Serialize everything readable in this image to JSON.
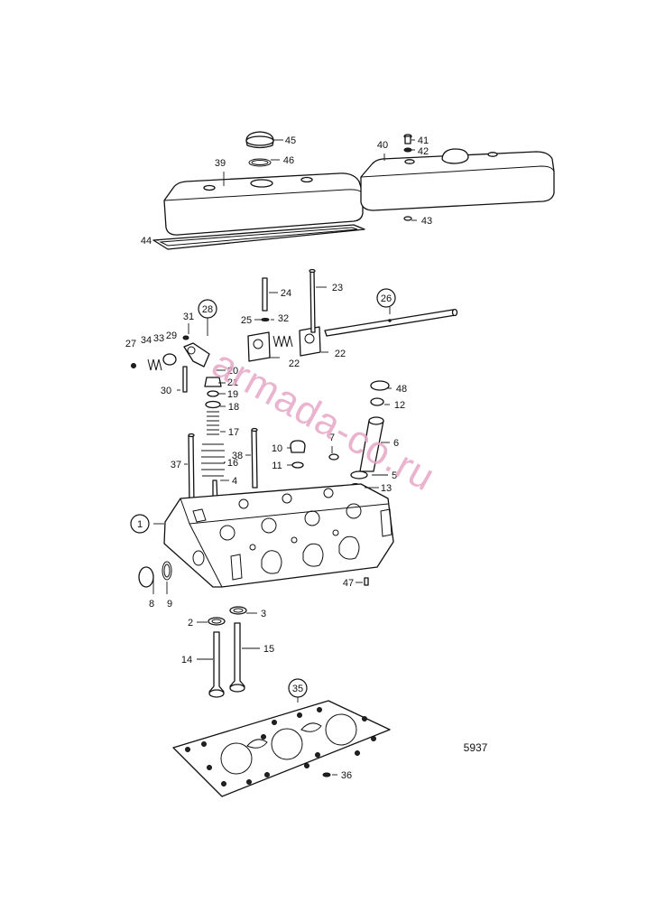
{
  "diagram": {
    "figure_number": "5937",
    "watermark": "armada-co.ru",
    "callouts": [
      {
        "id": "c1",
        "text": "1",
        "circled": true
      },
      {
        "id": "c2",
        "text": "2",
        "circled": false
      },
      {
        "id": "c3",
        "text": "3",
        "circled": false
      },
      {
        "id": "c4",
        "text": "4",
        "circled": false
      },
      {
        "id": "c5",
        "text": "5",
        "circled": false
      },
      {
        "id": "c6",
        "text": "6",
        "circled": false
      },
      {
        "id": "c7",
        "text": "7",
        "circled": false
      },
      {
        "id": "c8",
        "text": "8",
        "circled": false
      },
      {
        "id": "c9",
        "text": "9",
        "circled": false
      },
      {
        "id": "c10",
        "text": "10",
        "circled": false
      },
      {
        "id": "c11",
        "text": "11",
        "circled": false
      },
      {
        "id": "c12",
        "text": "12",
        "circled": false
      },
      {
        "id": "c13",
        "text": "13",
        "circled": false
      },
      {
        "id": "c14",
        "text": "14",
        "circled": false
      },
      {
        "id": "c15",
        "text": "15",
        "circled": false
      },
      {
        "id": "c16",
        "text": "16",
        "circled": false
      },
      {
        "id": "c17",
        "text": "17",
        "circled": false
      },
      {
        "id": "c18",
        "text": "18",
        "circled": false
      },
      {
        "id": "c19",
        "text": "19",
        "circled": false
      },
      {
        "id": "c20",
        "text": "20",
        "circled": false
      },
      {
        "id": "c21",
        "text": "21",
        "circled": false
      },
      {
        "id": "c22a",
        "text": "22",
        "circled": false
      },
      {
        "id": "c22b",
        "text": "22",
        "circled": false
      },
      {
        "id": "c23",
        "text": "23",
        "circled": false
      },
      {
        "id": "c24",
        "text": "24",
        "circled": false
      },
      {
        "id": "c25",
        "text": "25",
        "circled": false
      },
      {
        "id": "c26",
        "text": "26",
        "circled": true
      },
      {
        "id": "c27",
        "text": "27",
        "circled": false
      },
      {
        "id": "c28",
        "text": "28",
        "circled": true
      },
      {
        "id": "c29",
        "text": "29",
        "circled": false
      },
      {
        "id": "c30",
        "text": "30",
        "circled": false
      },
      {
        "id": "c31",
        "text": "31",
        "circled": false
      },
      {
        "id": "c32",
        "text": "32",
        "circled": false
      },
      {
        "id": "c33",
        "text": "33",
        "circled": false
      },
      {
        "id": "c34",
        "text": "34",
        "circled": false
      },
      {
        "id": "c35",
        "text": "35",
        "circled": true
      },
      {
        "id": "c36",
        "text": "36",
        "circled": false
      },
      {
        "id": "c37",
        "text": "37",
        "circled": false
      },
      {
        "id": "c38",
        "text": "38",
        "circled": false
      },
      {
        "id": "c39",
        "text": "39",
        "circled": false
      },
      {
        "id": "c40",
        "text": "40",
        "circled": false
      },
      {
        "id": "c41",
        "text": "41",
        "circled": false
      },
      {
        "id": "c42",
        "text": "42",
        "circled": false
      },
      {
        "id": "c43",
        "text": "43",
        "circled": false
      },
      {
        "id": "c44",
        "text": "44",
        "circled": false
      },
      {
        "id": "c45",
        "text": "45",
        "circled": false
      },
      {
        "id": "c46",
        "text": "46",
        "circled": false
      },
      {
        "id": "c47",
        "text": "47",
        "circled": false
      },
      {
        "id": "c48",
        "text": "48",
        "circled": false
      }
    ]
  }
}
